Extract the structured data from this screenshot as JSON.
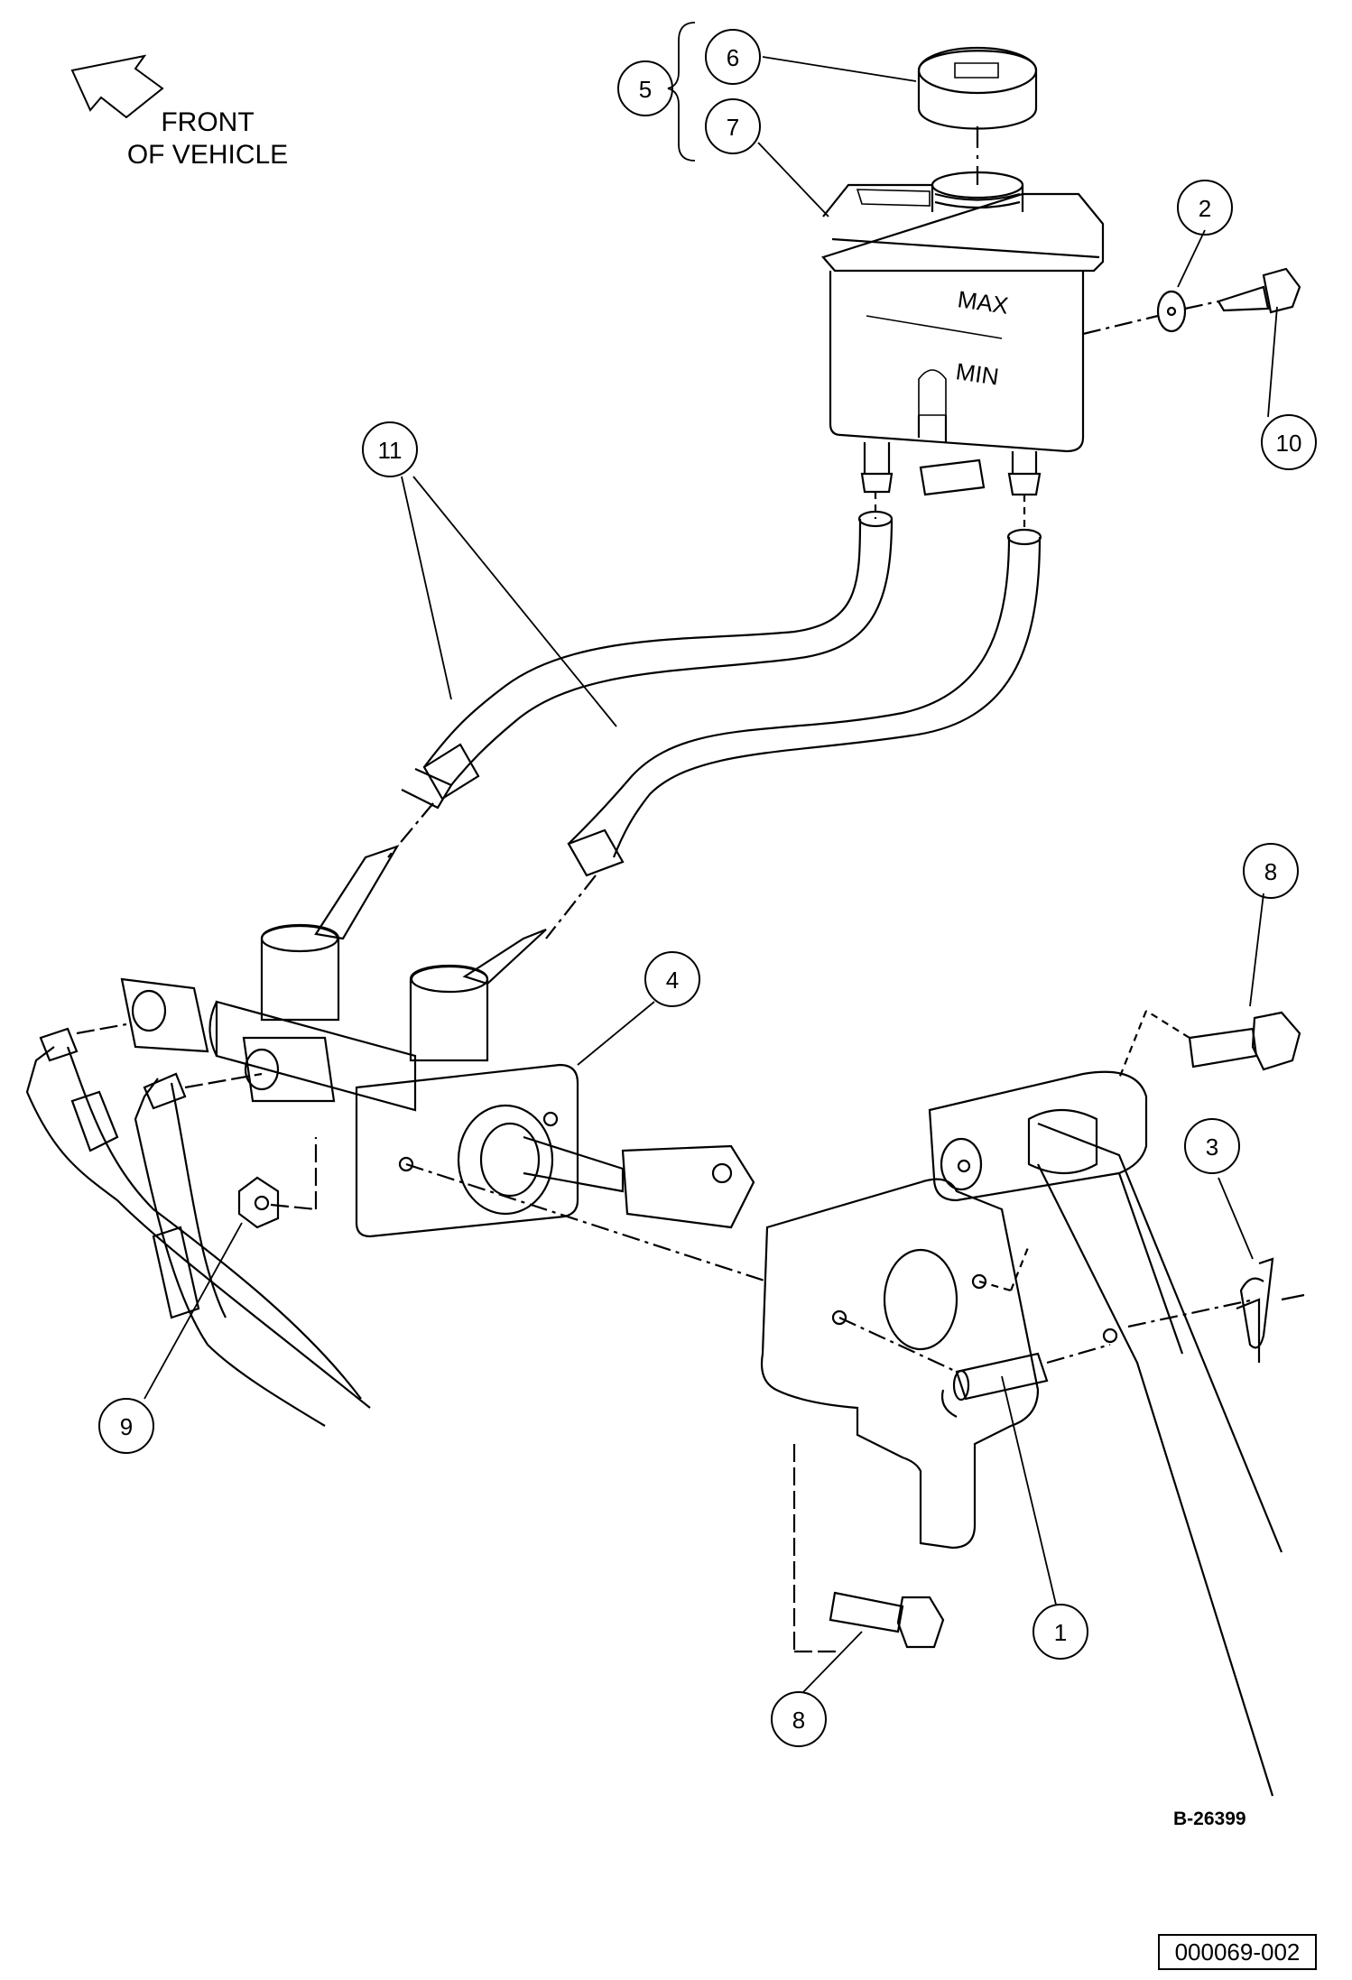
{
  "orientation_label": [
    "FRONT",
    "OF VEHICLE"
  ],
  "reservoir_marks": {
    "max": "MAX",
    "min": "MIN"
  },
  "callouts": [
    {
      "id": "callout-1",
      "number": "1"
    },
    {
      "id": "callout-2",
      "number": "2"
    },
    {
      "id": "callout-3",
      "number": "3"
    },
    {
      "id": "callout-4",
      "number": "4"
    },
    {
      "id": "callout-5",
      "number": "5"
    },
    {
      "id": "callout-6",
      "number": "6"
    },
    {
      "id": "callout-7",
      "number": "7"
    },
    {
      "id": "callout-8-upper",
      "number": "8"
    },
    {
      "id": "callout-8-lower",
      "number": "8"
    },
    {
      "id": "callout-9",
      "number": "9"
    },
    {
      "id": "callout-10",
      "number": "10"
    },
    {
      "id": "callout-11",
      "number": "11"
    }
  ],
  "drawing_id": "B-26399",
  "figure_id": "000069-002"
}
